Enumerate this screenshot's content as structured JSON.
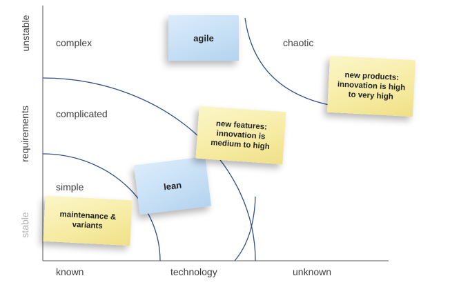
{
  "axes": {
    "y_title": "requirements",
    "y_low": "stable",
    "y_high": "unstable",
    "x_low": "known",
    "x_mid": "technology",
    "x_high": "unknown"
  },
  "regions": {
    "complex": "complex",
    "complicated": "complicated",
    "simple": "simple",
    "chaotic": "chaotic"
  },
  "notes": {
    "agile": "agile",
    "lean": "lean",
    "maintenance": "maintenance & variants",
    "new_features": "new features: innovation is medium to high",
    "new_products": "new products: innovation is high to very high"
  },
  "colors": {
    "axis": "#7a7a7a",
    "curve": "#2f4f86",
    "note_yellow": "#f6eba2",
    "note_blue": "#c4def5"
  }
}
